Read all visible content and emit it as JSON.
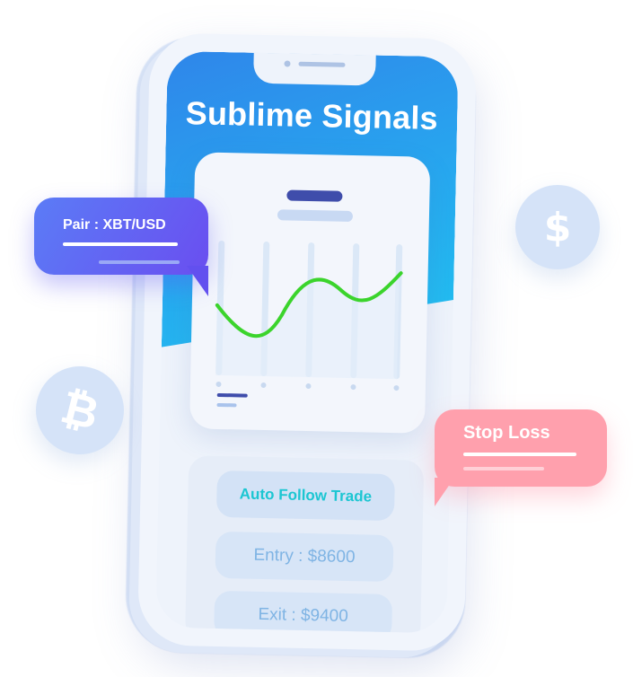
{
  "app": {
    "title": "Sublime Signals"
  },
  "pair_bubble": {
    "label": "Pair : XBT/USD"
  },
  "stop_bubble": {
    "label": "Stop Loss"
  },
  "buttons": {
    "follow": "Auto Follow Trade",
    "entry": "Entry : $8600",
    "exit": "Exit : $9400"
  },
  "icons": {
    "dollar_coin": "$",
    "bitcoin_coin": "₿"
  },
  "colors": {
    "header_gradient_start": "#2f86ea",
    "header_gradient_end": "#21c3f0",
    "line": "#3bd42c",
    "pair_bubble": "#6250ef",
    "stop_bubble": "#ffa0ad",
    "follow_text": "#1cc6d2"
  }
}
